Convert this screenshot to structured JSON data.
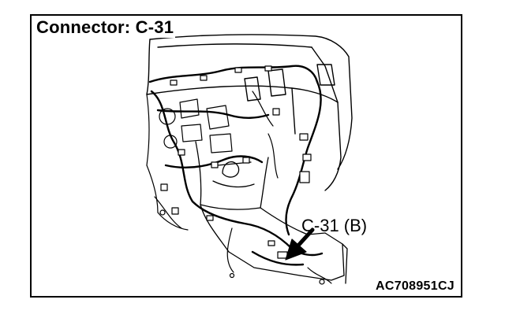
{
  "title": "Connector: C-31",
  "callout_label": "C-31 (B)",
  "figure_code": "AC708951CJ"
}
